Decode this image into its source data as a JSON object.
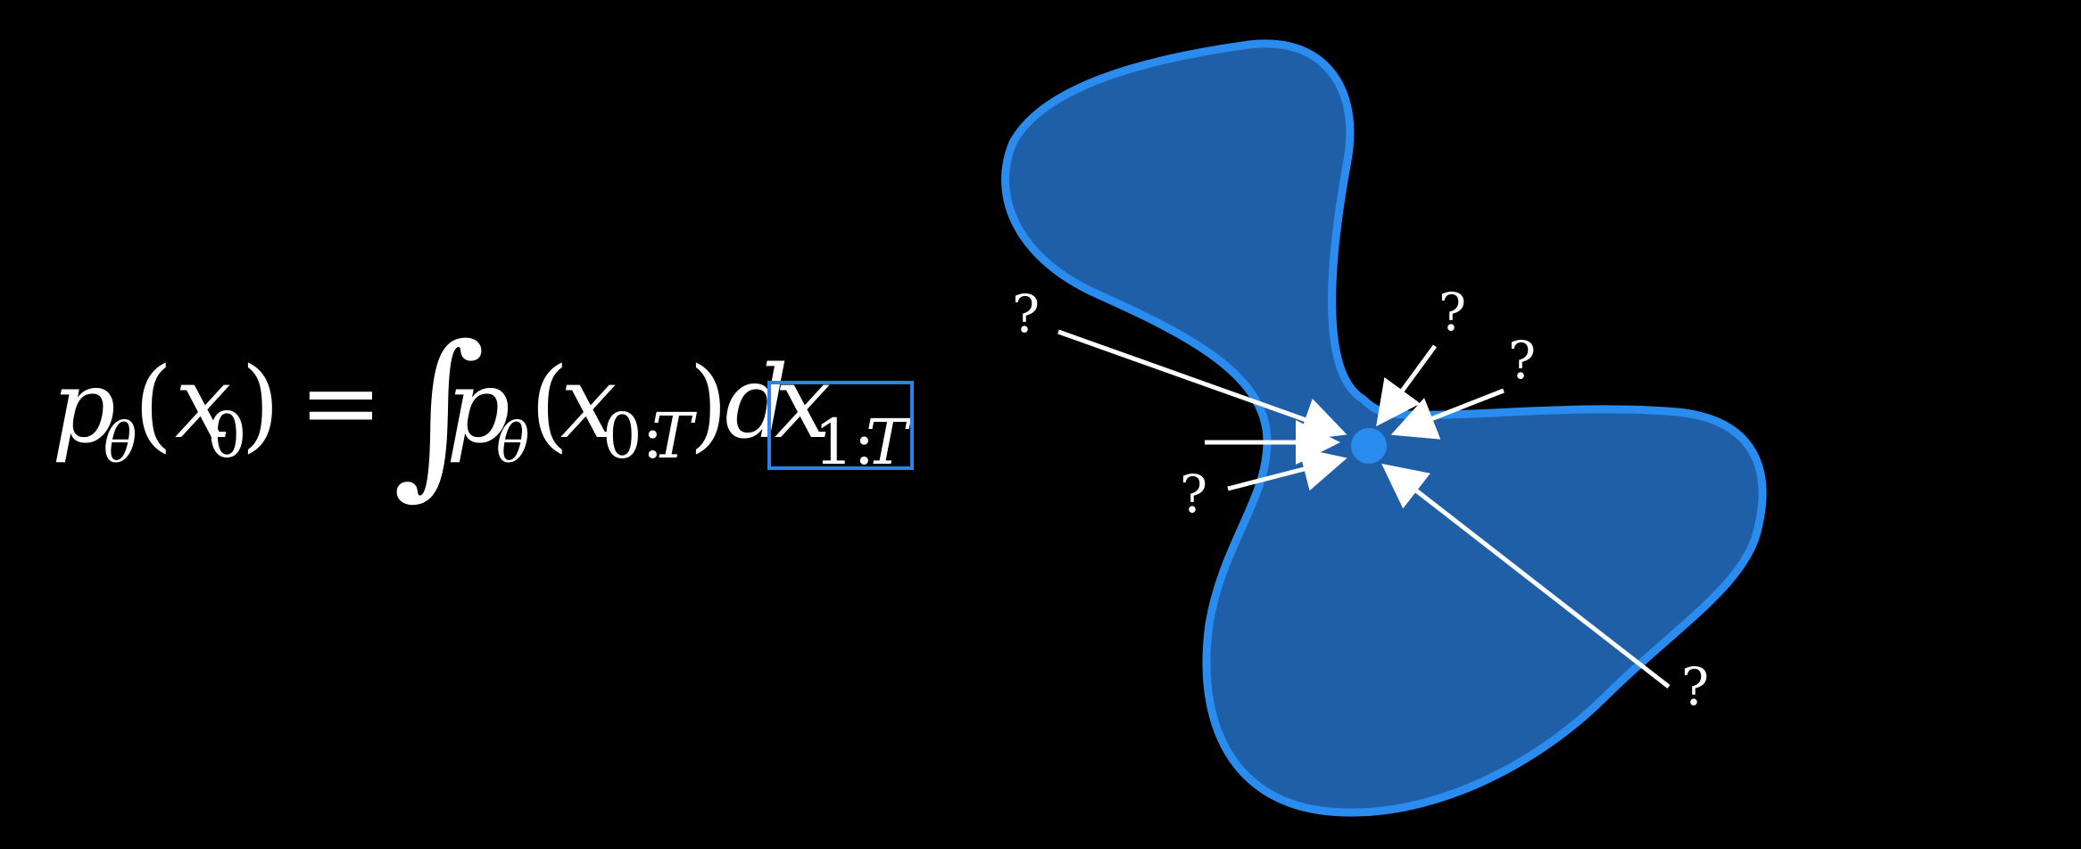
{
  "equation": {
    "lhs_p": "p",
    "lhs_theta": "θ",
    "lhs_open": "(",
    "lhs_x": "x",
    "lhs_sub": "0",
    "lhs_close": ")",
    "equals": "=",
    "integral": "∫",
    "rhs_p": "p",
    "rhs_theta": "θ",
    "rhs_open": "(",
    "rhs_x": "x",
    "rhs_sub_a": "0:",
    "rhs_sub_b": "T",
    "rhs_close": ")",
    "d": "d",
    "dx_x": "x",
    "dx_sub_a": "1:",
    "dx_sub_b": "T",
    "highlight_color": "#2f80ed"
  },
  "diagram": {
    "blob_fill": "#1f5fa8",
    "blob_stroke": "#2b8cf0",
    "point_color": "#2b8cf0",
    "question_labels": [
      "?",
      "?",
      "?",
      "?",
      "?"
    ]
  }
}
